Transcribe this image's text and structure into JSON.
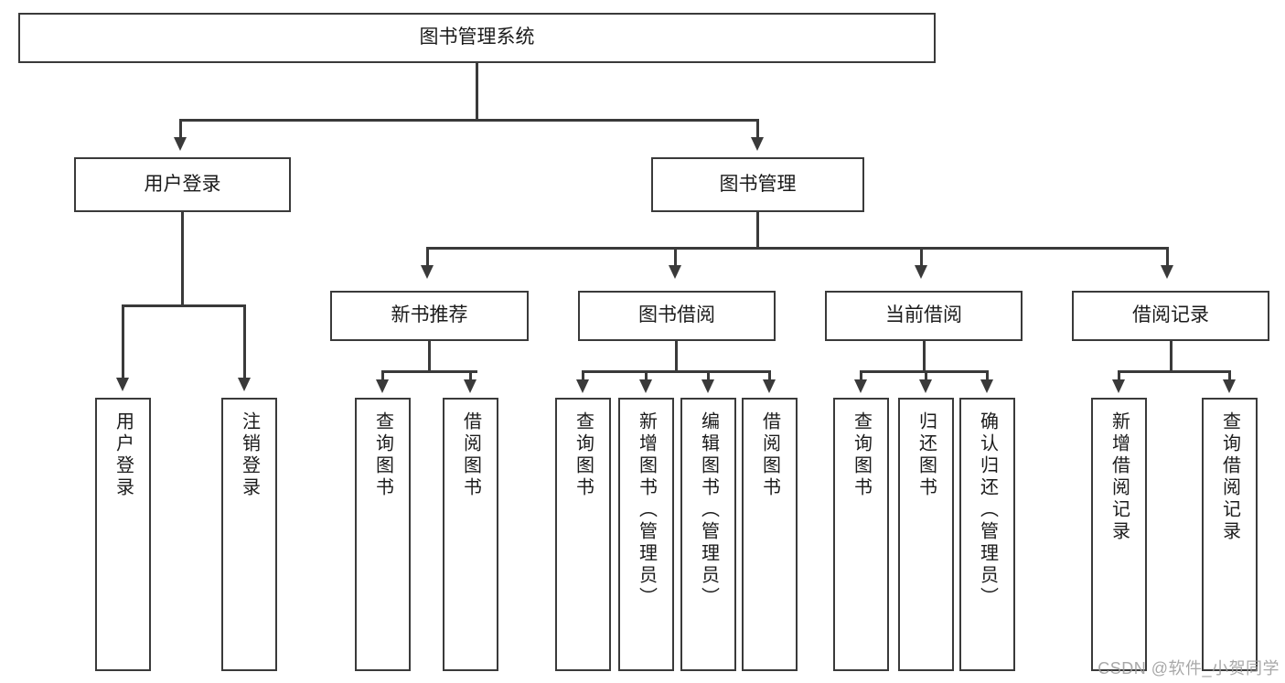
{
  "diagram": {
    "title": "图书管理系统",
    "root": {
      "label": "图书管理系统"
    },
    "level1": [
      {
        "label": "用户登录"
      },
      {
        "label": "图书管理"
      }
    ],
    "level2": [
      {
        "label": "新书推荐"
      },
      {
        "label": "图书借阅"
      },
      {
        "label": "当前借阅"
      },
      {
        "label": "借阅记录"
      }
    ],
    "leaves": {
      "user_login": [
        {
          "label": "用户登录"
        },
        {
          "label": "注销登录"
        }
      ],
      "new_book_recommend": [
        {
          "label": "查询图书"
        },
        {
          "label": "借阅图书"
        }
      ],
      "book_borrow": [
        {
          "label": "查询图书"
        },
        {
          "label": "新增图书（管理员）"
        },
        {
          "label": "编辑图书（管理员）"
        },
        {
          "label": "借阅图书"
        }
      ],
      "current_borrow": [
        {
          "label": "查询图书"
        },
        {
          "label": "归还图书"
        },
        {
          "label": "确认归还（管理员）"
        }
      ],
      "borrow_record": [
        {
          "label": "新增借阅记录"
        },
        {
          "label": "查询借阅记录"
        }
      ]
    }
  },
  "watermark": {
    "text": "CSDN @软件_小贺同学"
  },
  "colors": {
    "stroke": "#3a3a3a",
    "background": "#ffffff",
    "text": "#1b1b1b",
    "watermark": "#9a9a9a"
  }
}
